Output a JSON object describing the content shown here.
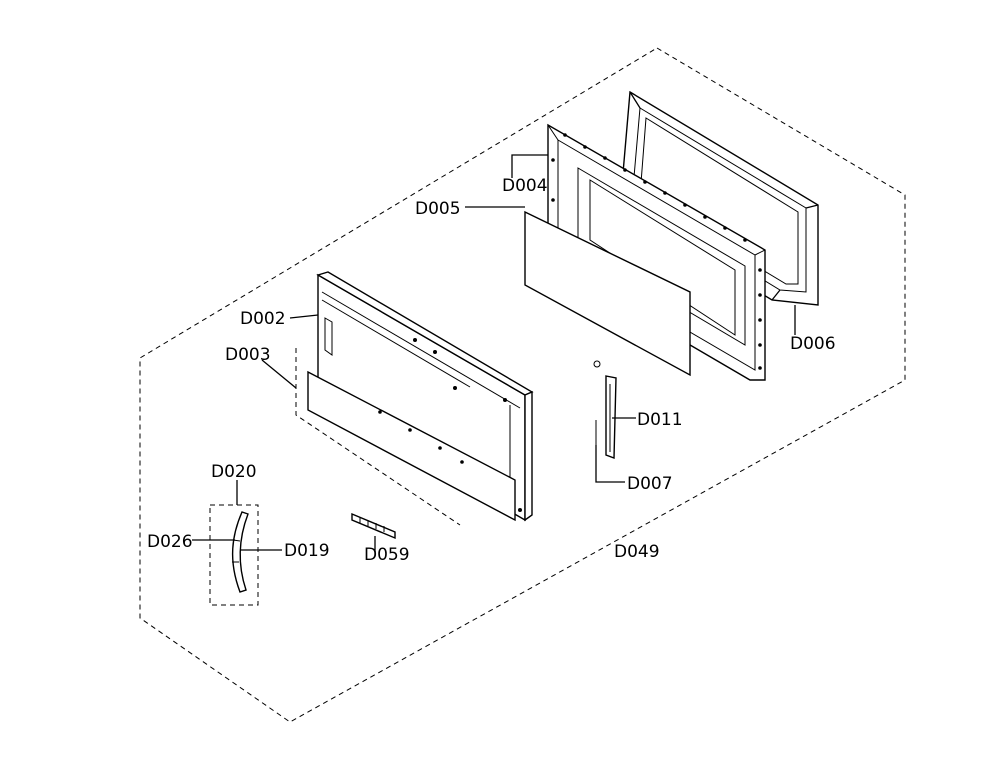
{
  "labels": {
    "d002": "D002",
    "d003": "D003",
    "d004": "D004",
    "d005": "D005",
    "d006": "D006",
    "d007": "D007",
    "d011": "D011",
    "d019": "D019",
    "d020": "D020",
    "d026": "D026",
    "d049": "D049",
    "d059": "D059"
  }
}
